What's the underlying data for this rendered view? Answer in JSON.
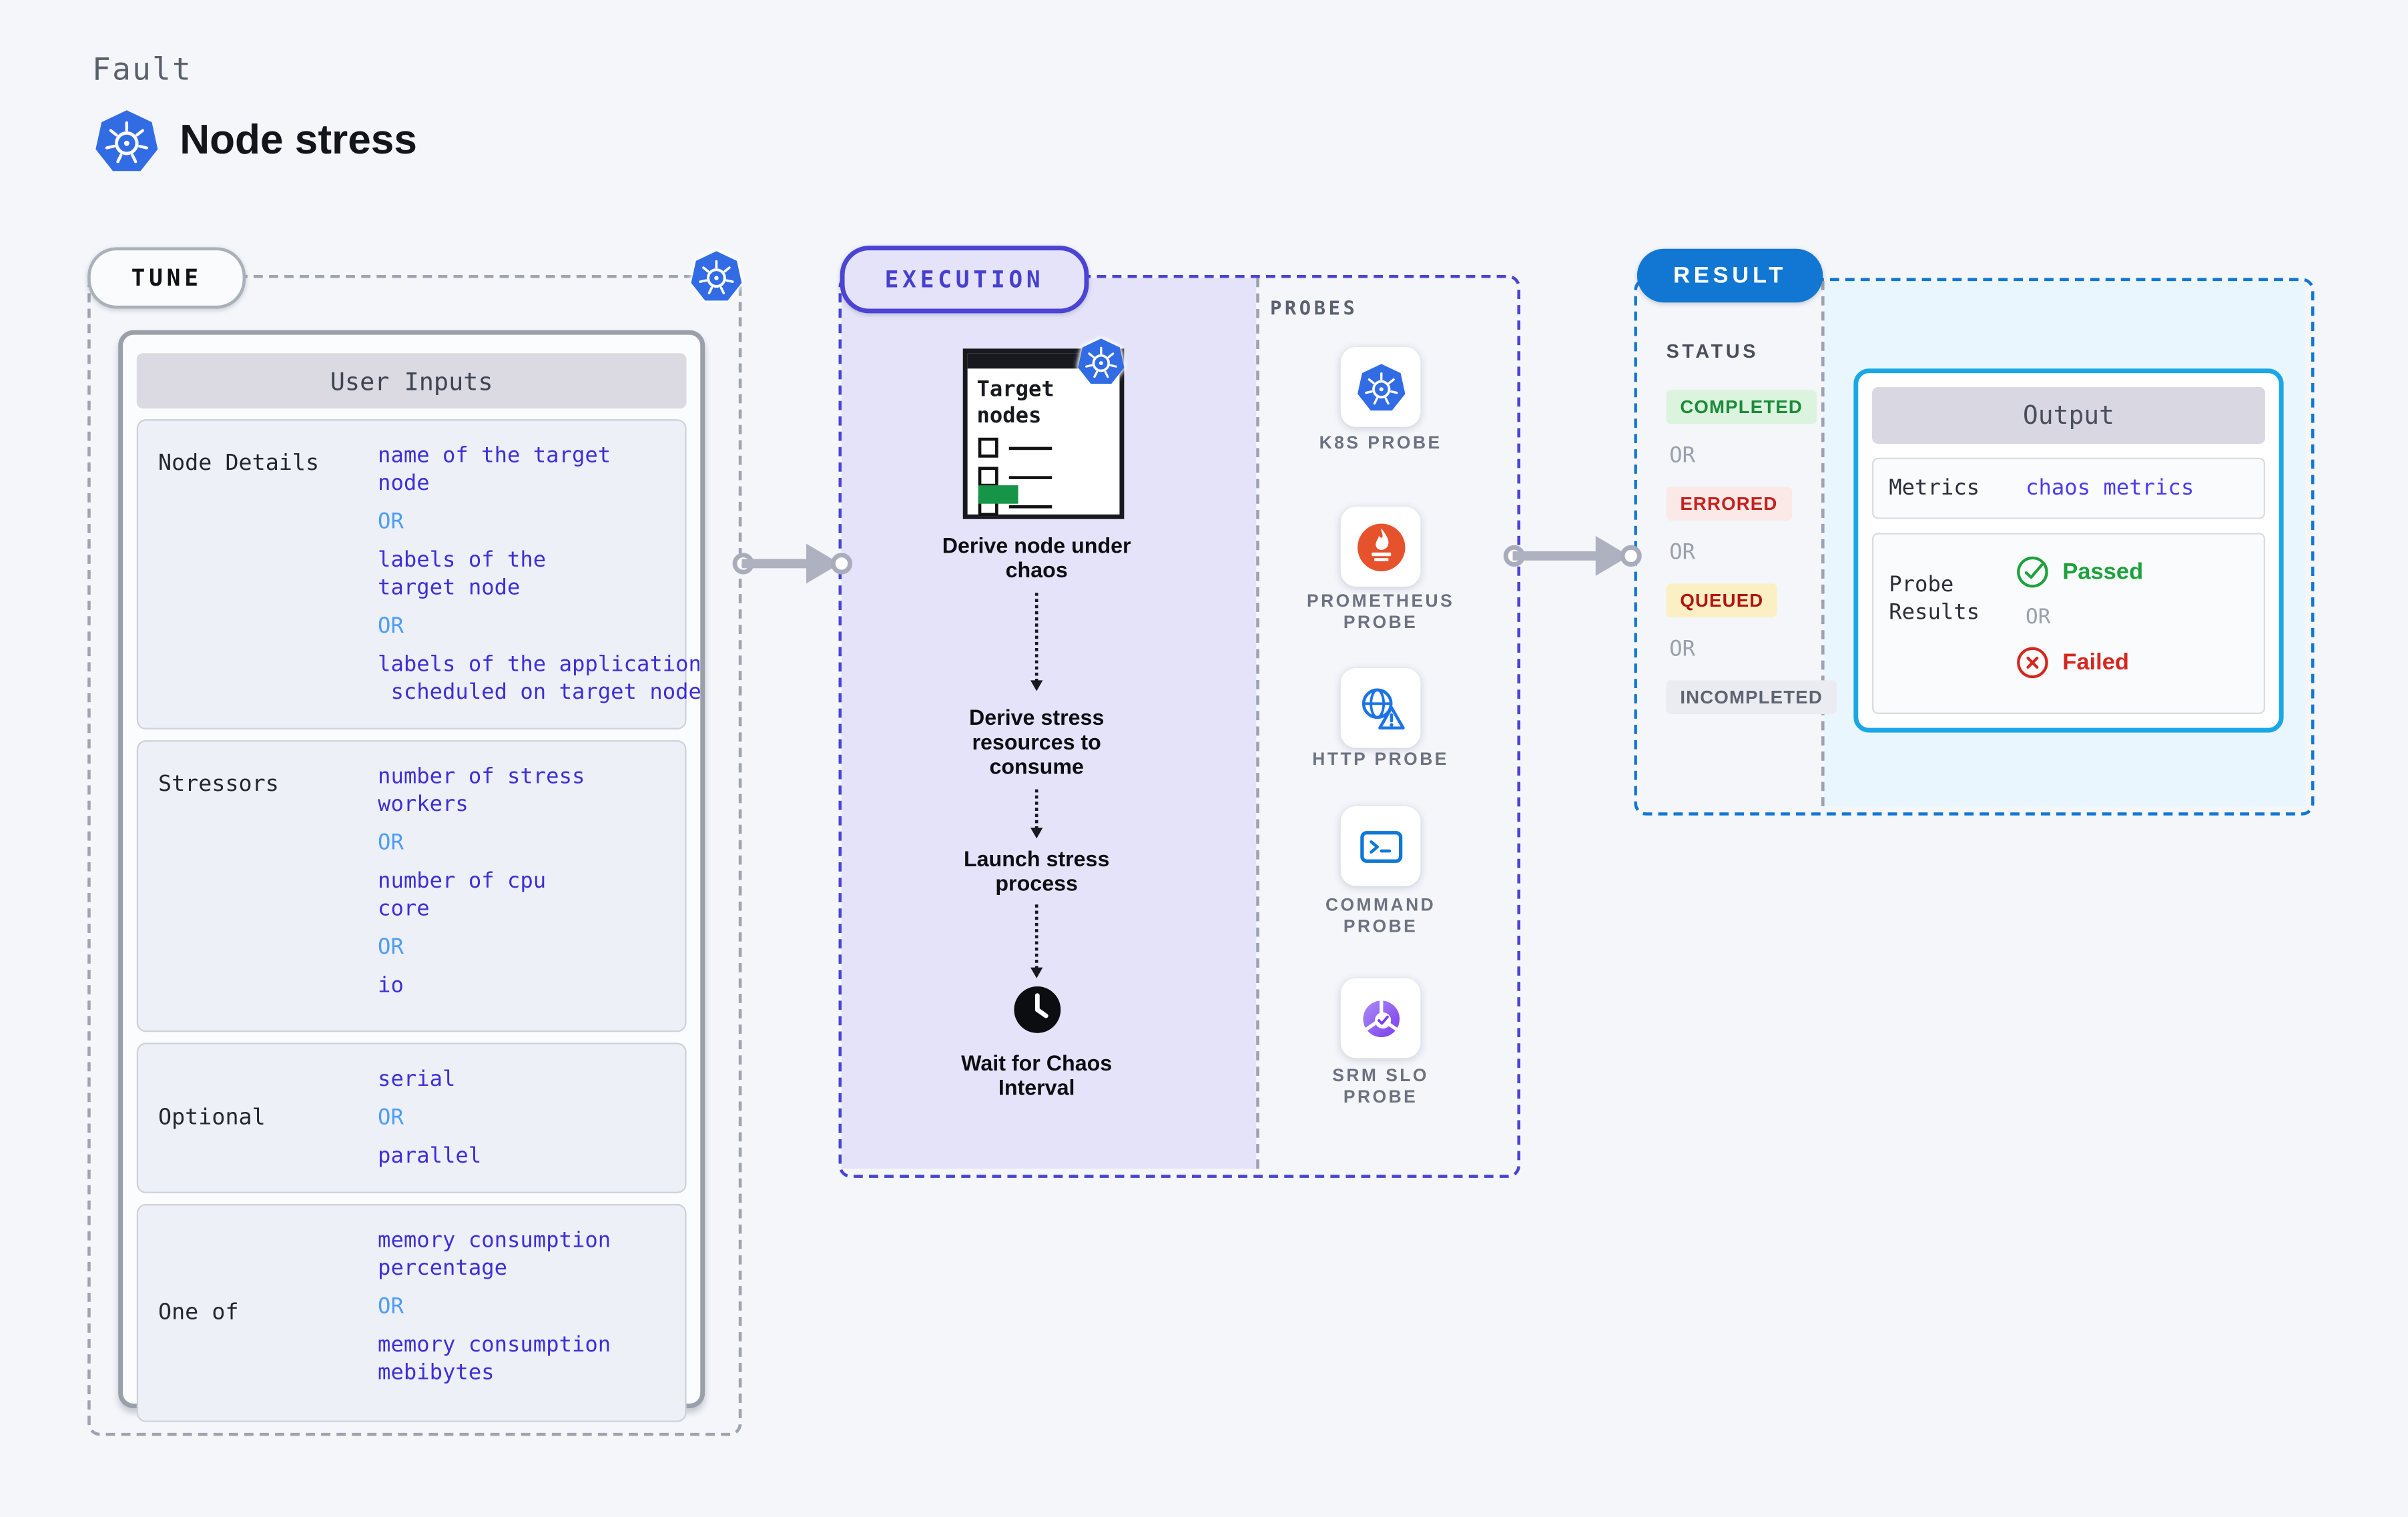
{
  "header": {
    "kicker": "Fault",
    "title": "Node stress"
  },
  "tune": {
    "pill": "TUNE",
    "panel_title": "User Inputs",
    "or_label": "OR",
    "rows": [
      {
        "label": "Node Details",
        "values": [
          "name of the target\nnode",
          "labels of the\ntarget node",
          "labels of the application\n scheduled on target node"
        ]
      },
      {
        "label": "Stressors",
        "values": [
          "number of stress\nworkers",
          "number of cpu\ncore",
          "io"
        ]
      },
      {
        "label": "Optional",
        "values": [
          "serial",
          "parallel"
        ]
      },
      {
        "label": "One of",
        "values": [
          "memory consumption\npercentage",
          "memory consumption\nmebibytes"
        ]
      }
    ]
  },
  "execution": {
    "pill": "EXECUTION",
    "target_card_title": "Target\nnodes",
    "steps": [
      "Derive node under\nchaos",
      "Derive stress\nresources to\nconsume",
      "Launch stress\nprocess",
      "Wait for Chaos\nInterval"
    ]
  },
  "probes": {
    "heading": "PROBES",
    "items": [
      {
        "label": "K8S PROBE",
        "icon": "kubernetes-icon"
      },
      {
        "label": "PROMETHEUS\nPROBE",
        "icon": "prometheus-icon"
      },
      {
        "label": "HTTP PROBE",
        "icon": "http-globe-warning-icon"
      },
      {
        "label": "COMMAND\nPROBE",
        "icon": "terminal-icon"
      },
      {
        "label": "SRM SLO\nPROBE",
        "icon": "slo-donut-check-icon"
      }
    ]
  },
  "result": {
    "pill": "RESULT",
    "status": {
      "heading": "STATUS",
      "or_label": "OR",
      "badges": [
        {
          "label": "COMPLETED",
          "fg": "#1b8a3a",
          "bg": "#dcf3de",
          "style": "background:#dcf3de;color:#1b8a3a"
        },
        {
          "label": "ERRORED",
          "fg": "#c5221f",
          "bg": "#fbe9e7",
          "style": "background:#fbe9e7;color:#c5221f"
        },
        {
          "label": "QUEUED",
          "fg": "#b31412",
          "bg": "#fbefc4",
          "style": "background:#fbefc4;color:#b31412"
        },
        {
          "label": "INCOMPLETED",
          "fg": "#5f6470",
          "bg": "#ebecf2",
          "style": "background:#ebecf2;color:#5f6470"
        }
      ]
    },
    "output": {
      "title": "Output",
      "metrics_label": "Metrics",
      "metrics_value": "chaos metrics",
      "probe_results_label": "Probe\nResults",
      "passed_label": "Passed",
      "or_label": "OR",
      "failed_label": "Failed"
    }
  },
  "colors": {
    "kubernetes_blue": "#326ce5",
    "execution_accent": "#4a43d4",
    "result_accent": "#1177d3",
    "output_border": "#1aa7e6",
    "value_indigo": "#3d2fd6",
    "or_blue": "#4d9df7",
    "passed_green": "#1da13c",
    "failed_red": "#d3281f",
    "prometheus_orange": "#e6522c",
    "target_button_green": "#169447",
    "page_background": "#f4f6fa"
  }
}
